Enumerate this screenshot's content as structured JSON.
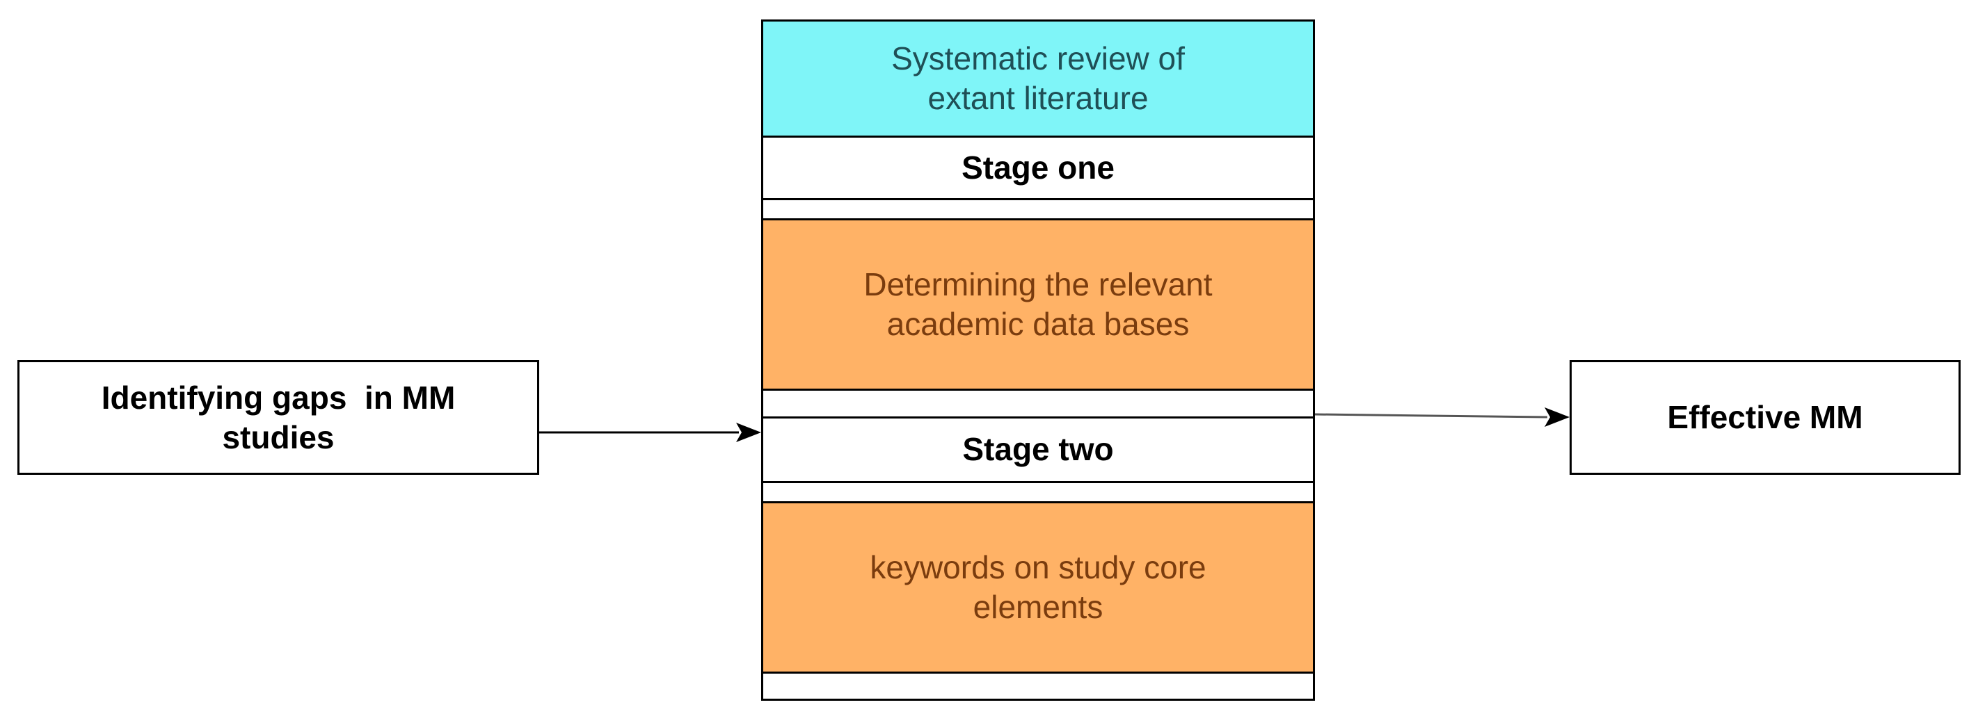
{
  "left_box": {
    "text_line1": "Identifying gaps  in MM",
    "text_line2": "studies"
  },
  "right_box": {
    "text": "Effective MM"
  },
  "column": {
    "header": {
      "line1": "Systematic review of",
      "line2": "extant literature",
      "fill": "#7ff5f8",
      "text_color": "#1f4f56"
    },
    "stage_one": "Stage one",
    "step_one": {
      "line1": "Determining the relevant",
      "line2": "academic data bases",
      "fill": "#ffb266",
      "text_color": "#7a3c0e"
    },
    "stage_two": "Stage two",
    "step_two": {
      "line1": "keywords on study core",
      "line2": "elements",
      "fill": "#ffb266",
      "text_color": "#7a3c0e"
    }
  }
}
